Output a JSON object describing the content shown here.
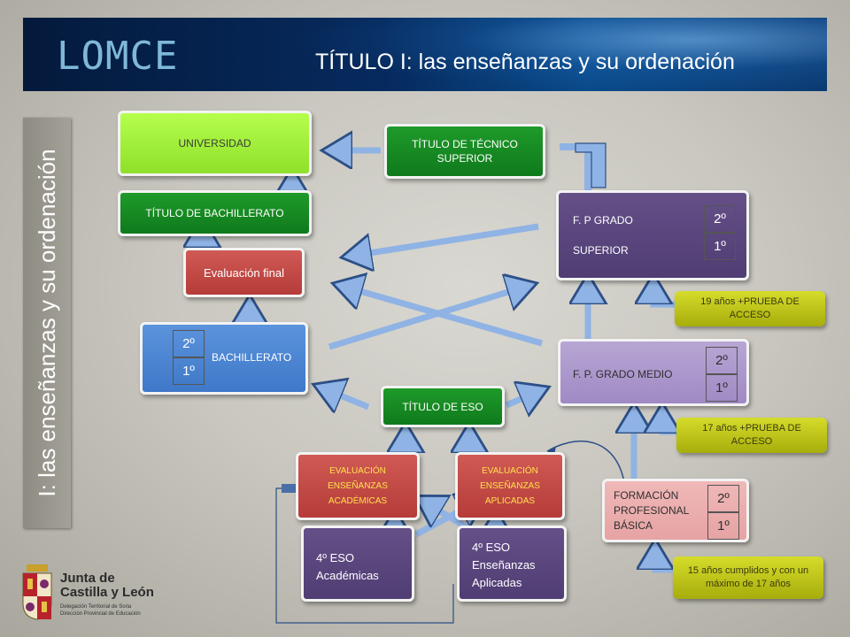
{
  "header": {
    "brand": "LOMCE",
    "title": "TÍTULO I: las enseñanzas y su ordenación"
  },
  "sidebar": {
    "label": "I:  las enseñanzas y su ordenación"
  },
  "boxes": {
    "universidad": "UNIVERSIDAD",
    "titulo_tecnico_superior": "TÍTULO DE TÉCNICO SUPERIOR",
    "titulo_bachillerato": "TÍTULO DE BACHILLERATO",
    "evaluacion_final": "Evaluación final",
    "bachillerato": "BACHILLERATO",
    "titulo_eso": "TÍTULO DE ESO",
    "eval_academicas": "EVALUACIÓN ENSEÑANZAS ACADÉMICAS",
    "eval_aplicadas": "EVALUACIÓN ENSEÑANZAS APLICADAS",
    "eso_academicas": "4º ESO Académicas",
    "eso_aplicadas": "4º ESO Enseñanzas Aplicadas",
    "fp_superior_line1": "F. P  GRADO",
    "fp_superior_line2": "SUPERIOR",
    "fp_medio": "F. P.  GRADO MEDIO",
    "fp_basica": "FORMACIÓN PROFESIONAL BÁSICA",
    "second": "2º",
    "first": "1º"
  },
  "notes": {
    "superior_access": "19 años +PRUEBA DE ACCESO",
    "medio_access": "17 años +PRUEBA DE ACCESO",
    "basica_access": "15 años cumplidos y con un máximo de 17 años"
  },
  "logo": {
    "name_line1": "Junta de",
    "name_line2": "Castilla y León",
    "sub_line1": "Delegación Territorial de Soria",
    "sub_line2": "Dirección Provincial de Educación"
  }
}
